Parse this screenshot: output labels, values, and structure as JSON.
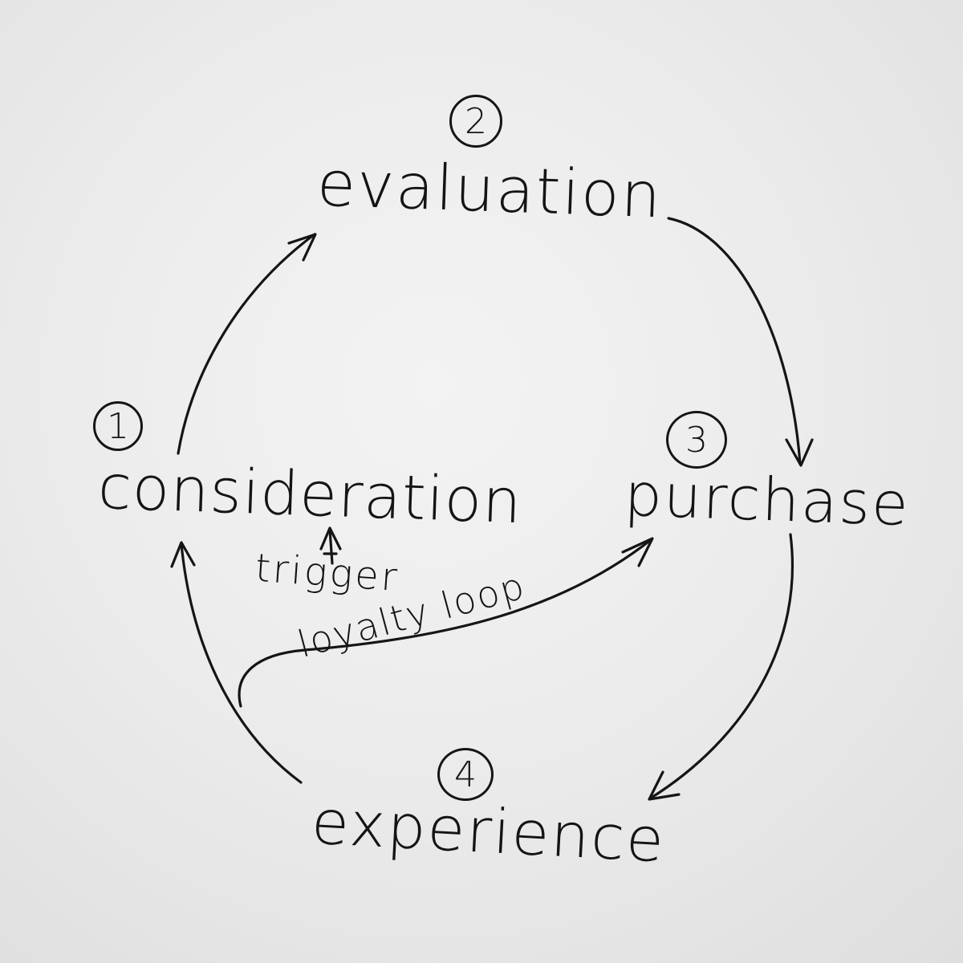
{
  "diagram": {
    "stages": [
      {
        "step": "1",
        "label": "consideration"
      },
      {
        "step": "2",
        "label": "evaluation"
      },
      {
        "step": "3",
        "label": "purchase"
      },
      {
        "step": "4",
        "label": "experience"
      }
    ],
    "trigger_label": "trigger",
    "loyalty_label": "loyalty loop",
    "ink_color": "#151515",
    "paper_color": "#ececec"
  }
}
